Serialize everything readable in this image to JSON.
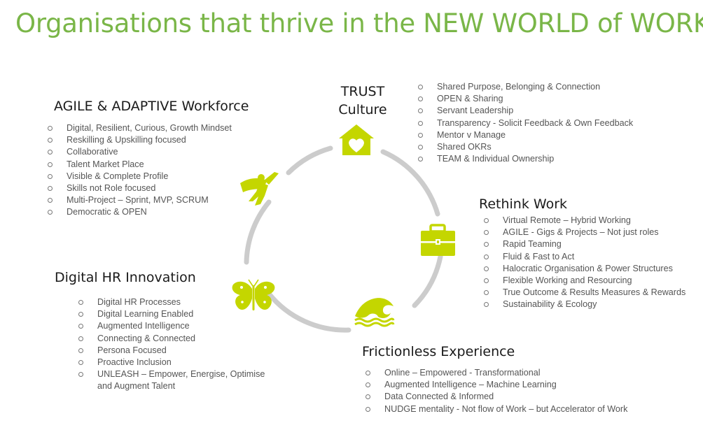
{
  "title": "Organisations that thrive in the NEW WORLD of WORK",
  "colors": {
    "accent_green": "#7ab648",
    "icon_lime": "#c4d600",
    "ring_grey": "#cccccc"
  },
  "trust": {
    "line1": "TRUST",
    "line2": "Culture",
    "icon": "house-heart-icon",
    "items": [
      "Shared Purpose, Belonging & Connection",
      "OPEN & Sharing",
      "Servant Leadership",
      "Transparency - Solicit Feedback & Own Feedback",
      "Mentor v Manage",
      "Shared OKRs",
      "TEAM & Individual Ownership"
    ]
  },
  "agile": {
    "heading": "AGILE & ADAPTIVE Workforce",
    "icon": "superhero-icon",
    "items": [
      "Digital, Resilient, Curious, Growth Mindset",
      "Reskilling & Upskilling focused",
      "Collaborative",
      "Talent Market Place",
      "Visible & Complete Profile",
      "Skills not Role focused",
      "Multi-Project – Sprint, MVP, SCRUM",
      "Democratic & OPEN"
    ]
  },
  "rethink": {
    "heading": "Rethink Work",
    "icon": "briefcase-icon",
    "items": [
      "Virtual Remote – Hybrid Working",
      "AGILE - Gigs & Projects – Not just roles",
      "Rapid Teaming",
      "Fluid & Fast to Act",
      "Halocratic Organisation & Power Structures",
      "Flexible Working and Resourcing",
      "True Outcome & Results Measures & Rewards",
      "Sustainability & Ecology"
    ]
  },
  "digital_hr": {
    "heading": "Digital HR Innovation",
    "icon": "butterfly-icon",
    "items": [
      "Digital HR Processes",
      "Digital Learning Enabled",
      "Augmented Intelligence",
      "Connecting  & Connected",
      "Persona Focused",
      "Proactive Inclusion",
      "UNLEASH – Empower, Energise, Optimise and Augment Talent"
    ]
  },
  "frictionless": {
    "heading": "Frictionless Experience",
    "icon": "wave-icon",
    "items": [
      "Online – Empowered - Transformational",
      "Augmented Intelligence – Machine Learning",
      "Data Connected & Informed",
      "NUDGE mentality - Not flow of Work – but Accelerator of Work"
    ]
  }
}
